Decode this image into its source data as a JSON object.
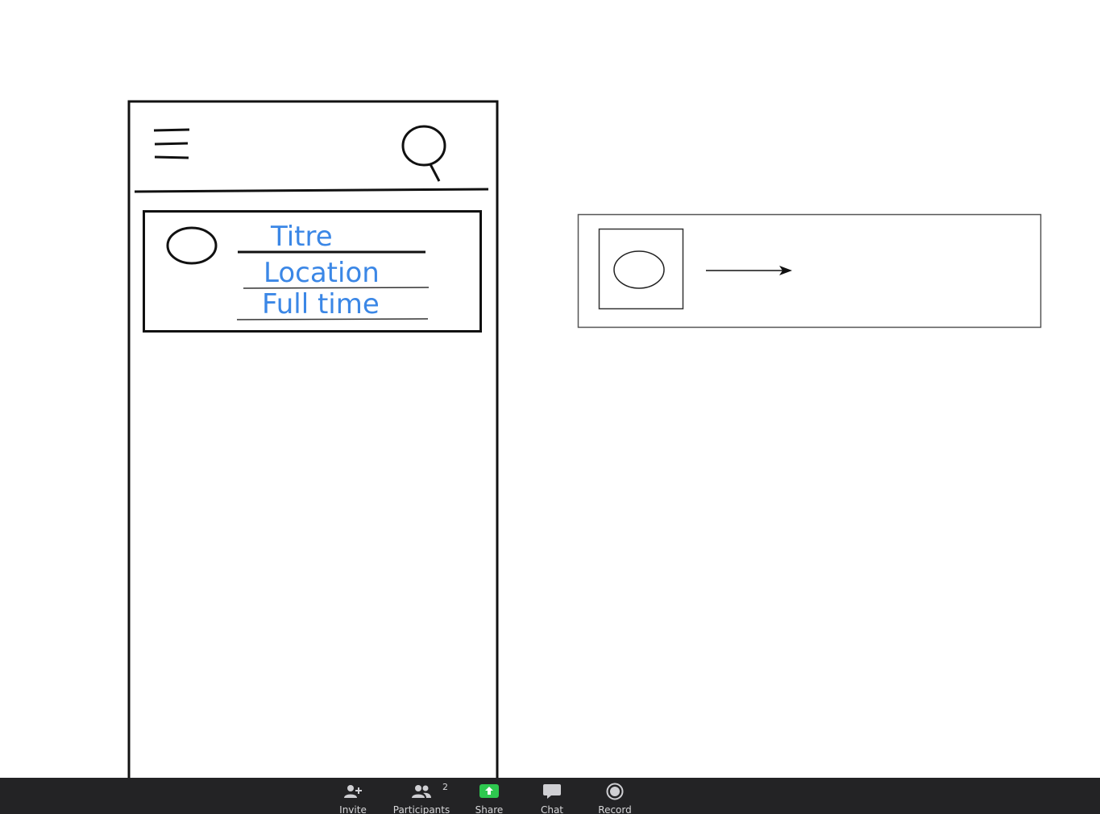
{
  "card": {
    "title": "Titre",
    "location": "Location",
    "job_type": "Full time"
  },
  "toolbar": {
    "invite_label": "Invite",
    "participants_label": "Participants",
    "participants_count": "2",
    "share_label": "Share",
    "chat_label": "Chat",
    "record_label": "Record"
  },
  "colors": {
    "wire_text": "#3b87e6",
    "toolbar_bg": "#232325",
    "share_accent": "#2ec84f",
    "toolbar_text": "#d7d7d9"
  },
  "icons": {
    "menu": "hamburger-icon",
    "search": "search-icon",
    "invite": "add-user-icon",
    "participants": "participants-icon",
    "share": "share-screen-icon",
    "chat": "chat-bubble-icon",
    "record": "record-icon"
  }
}
